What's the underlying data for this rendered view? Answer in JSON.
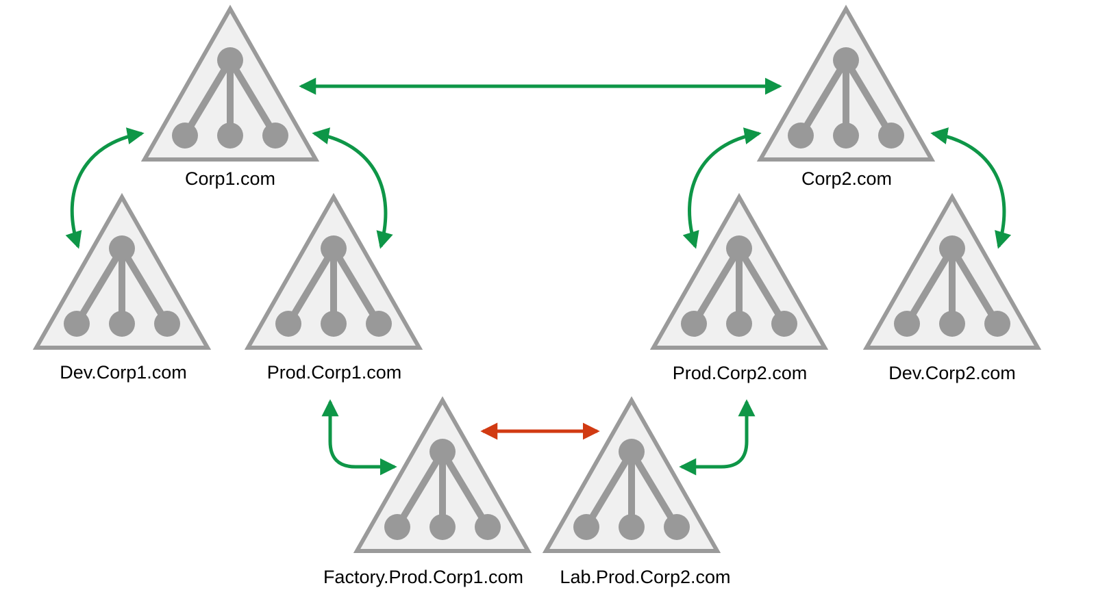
{
  "colors": {
    "triangle_fill": "#f0f0f0",
    "triangle_stroke": "#9a9a9a",
    "node": "#999999",
    "trust_green": "#0e9647",
    "trust_red": "#d13a12"
  },
  "icons": {
    "domain": "domain-tree-icon"
  },
  "domains": {
    "corp1": "Corp1.com",
    "corp2": "Corp2.com",
    "dev_corp1": "Dev.Corp1.com",
    "prod_corp1": "Prod.Corp1.com",
    "prod_corp2": "Prod.Corp2.com",
    "dev_corp2": "Dev.Corp2.com",
    "factory_prod_corp1": "Factory.Prod.Corp1.com",
    "lab_prod_corp2": "Lab.Prod.Corp2.com"
  }
}
